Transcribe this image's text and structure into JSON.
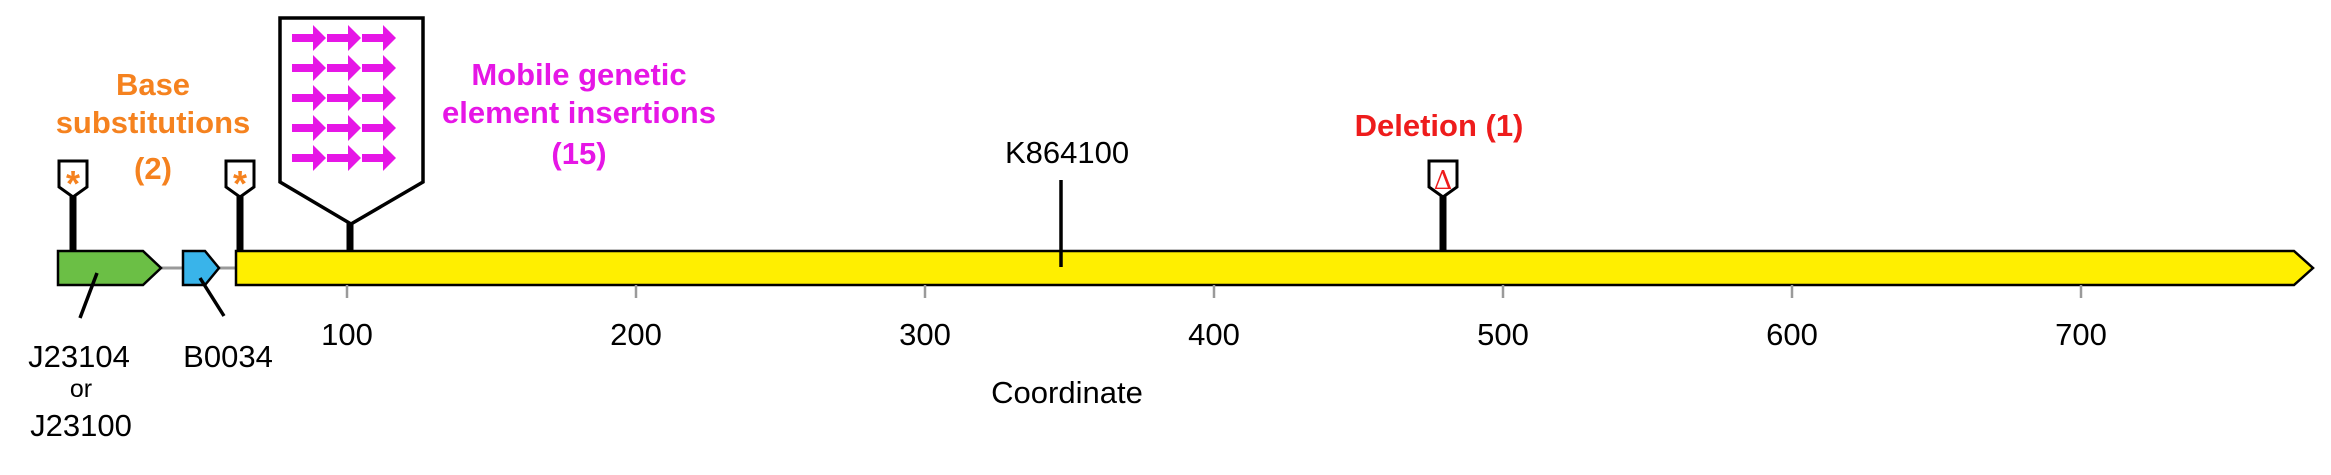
{
  "axis": {
    "title": "Coordinate",
    "ticks": [
      "100",
      "200",
      "300",
      "400",
      "500",
      "600",
      "700"
    ]
  },
  "parts": {
    "promoter": {
      "label_line1": "J23104",
      "label_or": "or",
      "label_line2": "J23100",
      "color": "#6bbf45"
    },
    "rbs": {
      "label": "B0034",
      "color": "#39b4ea"
    },
    "cds": {
      "label": "K864100",
      "color": "#ffef00"
    }
  },
  "annotations": {
    "base_substitutions": {
      "line1": "Base",
      "line2": "substitutions",
      "line3": "(2)",
      "marker": "*",
      "color": "#f5821f"
    },
    "mge_insertions": {
      "line1": "Mobile genetic",
      "line2": "element insertions",
      "line3": "(15)",
      "color": "#e616e6"
    },
    "deletion": {
      "label": "Deletion (1)",
      "marker": "Δ",
      "color": "#ee1c1c"
    }
  }
}
